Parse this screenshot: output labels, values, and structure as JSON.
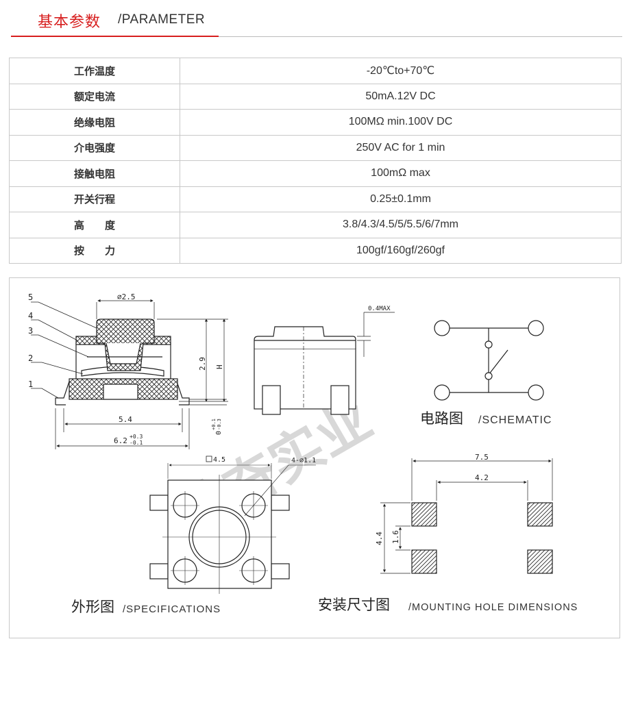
{
  "header": {
    "title_cn": "基本参数",
    "title_en": "/PARAMETER"
  },
  "parameters": [
    {
      "label": "工作温度",
      "value": "-20℃to+70℃"
    },
    {
      "label": "额定电流",
      "value": "50mA.12V DC"
    },
    {
      "label": "绝缘电阻",
      "value": "100MΩ min.100V DC"
    },
    {
      "label": "介电强度",
      "value": "250V AC for 1 min"
    },
    {
      "label": "接触电阻",
      "value": "100mΩ max"
    },
    {
      "label": "开关行程",
      "value": "0.25±0.1mm"
    },
    {
      "label": "高　　度",
      "value": "3.8/4.3/4.5/5/5.5/6/7mm"
    },
    {
      "label": "按　　力",
      "value": "100gf/160gf/260gf"
    }
  ],
  "drawing": {
    "watermark": "勤奋实业",
    "cross_section": {
      "callouts": [
        "5",
        "4",
        "3",
        "2",
        "1"
      ],
      "dim_top": "⌀2.5",
      "dim_height_1": "2.9",
      "dim_height_2": "H",
      "dim_width_inner": "5.4",
      "dim_width_outer": "6.2",
      "dim_width_outer_tol_plus": "+0.3",
      "dim_width_outer_tol_minus": "-0.1",
      "dim_base": "0",
      "dim_base_tol_plus": "+0.1",
      "dim_base_tol_minus": "-0.3"
    },
    "side_view": {
      "dim_gap": "0.4MAX"
    },
    "schematic": {
      "label_cn": "电路图",
      "label_en": "/SCHEMATIC"
    },
    "specifications": {
      "dim_square": "4.5",
      "dim_holes": "4-⌀1.1",
      "label_cn": "外形图",
      "label_en": "/SPECIFICATIONS"
    },
    "mounting": {
      "dim_outer": "7.5",
      "dim_inner": "4.2",
      "dim_vertical_outer": "4.4",
      "dim_vertical_inner": "1.6",
      "label_cn": "安装尺寸图",
      "label_en": "/MOUNTING HOLE DIMENSIONS"
    }
  },
  "colors": {
    "accent_red": "#d71e1e",
    "line_grey": "#bbbbbb",
    "drawing_stroke": "#222222",
    "watermark": "#d8d8d8"
  }
}
